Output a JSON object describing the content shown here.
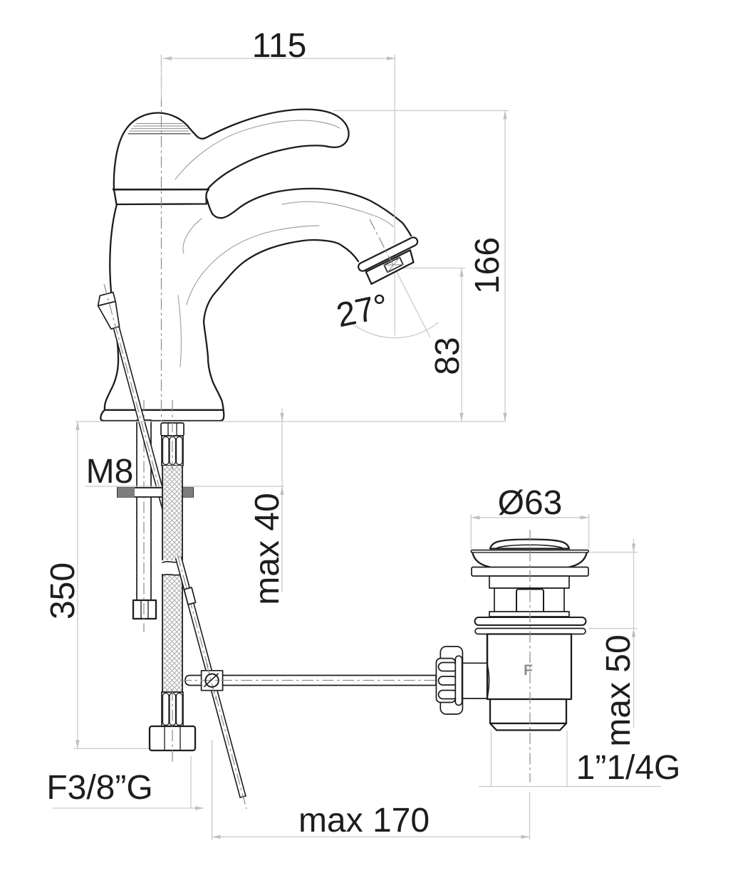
{
  "document": {
    "title": "Basin mixer faucet installation drawing",
    "type": "technical dimension drawing",
    "units": "mm",
    "background_color": "#ffffff",
    "ink_color": "#1d1d1d",
    "dimension_line_color": "#c7caca",
    "centerline_color": "#8f8f8f"
  },
  "annotations": {
    "spout_reach": {
      "label": "115",
      "meaning": "horizontal distance, faucet axis to outlet axis"
    },
    "total_height": {
      "label": "166",
      "meaning": "height from mounting plane to top of lever"
    },
    "outlet_height": {
      "label": "83",
      "meaning": "height of spout outlet above mounting plane"
    },
    "spray_angle": {
      "label": "27°",
      "meaning": "outlet spray angle from vertical"
    },
    "stud_thread": {
      "label": "M8",
      "meaning": "fixing stud thread size"
    },
    "deck_thickness": {
      "label": "max 40",
      "meaning": "maximum mounting deck thickness"
    },
    "hose_length": {
      "label": "350",
      "meaning": "flexible supply hose length"
    },
    "hose_nut_thread": {
      "label": "F3/8”G",
      "meaning": "supply hose female nut thread"
    },
    "waste_flange_diameter": {
      "label": "Ø63",
      "meaning": "pop-up waste flange diameter"
    },
    "basin_thickness": {
      "label": "max 50",
      "meaning": "maximum basin thickness at waste"
    },
    "waste_thread": {
      "label": "1”1/4G",
      "meaning": "waste tailpiece thread size"
    },
    "rod_reach": {
      "label": "max 170",
      "meaning": "horizontal reach, pivot joint to waste axis"
    },
    "body_mark": {
      "label": "F",
      "meaning": "manufacturer mark on waste body"
    }
  },
  "parts": {
    "faucet": "single-lever basin mixer, side elevation",
    "lever": "mixer control lever",
    "spout": "cast spout with aerator",
    "pop_up_knob": "pop-up waste pull knob",
    "stud": "M8 fixing stud with washer and nut",
    "hose": "braided flexible supply hose",
    "linkage": "pop-up waste actuating rod linkage",
    "waste": "pop-up waste drain with tailpiece"
  }
}
